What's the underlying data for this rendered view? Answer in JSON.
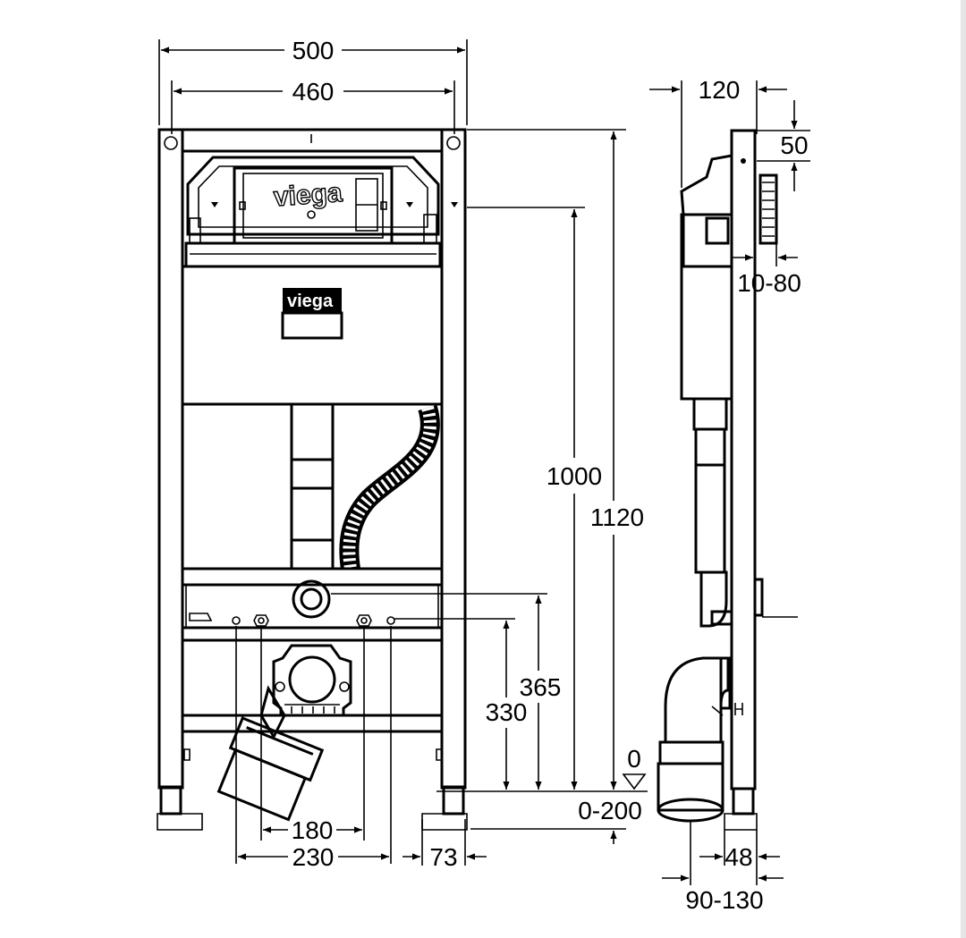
{
  "colors": {
    "line": "#000000",
    "background": "#ffffff",
    "scrollbar": "#e6e6e6"
  },
  "brand": {
    "logo_large": "viega",
    "logo_small": "viega"
  },
  "front_view": {
    "width_outer": "500",
    "width_inner": "460",
    "height_top": "1000",
    "height_total": "1120",
    "height_365": "365",
    "height_330": "330",
    "zero_mark": "0",
    "floor_range": "0-200",
    "spacing_180": "180",
    "spacing_230": "230",
    "foot_73": "73"
  },
  "side_view": {
    "depth_120": "120",
    "top_50": "50",
    "offset_10_80": "10-80",
    "foot_48": "48",
    "outlet_90_130": "90-130"
  }
}
